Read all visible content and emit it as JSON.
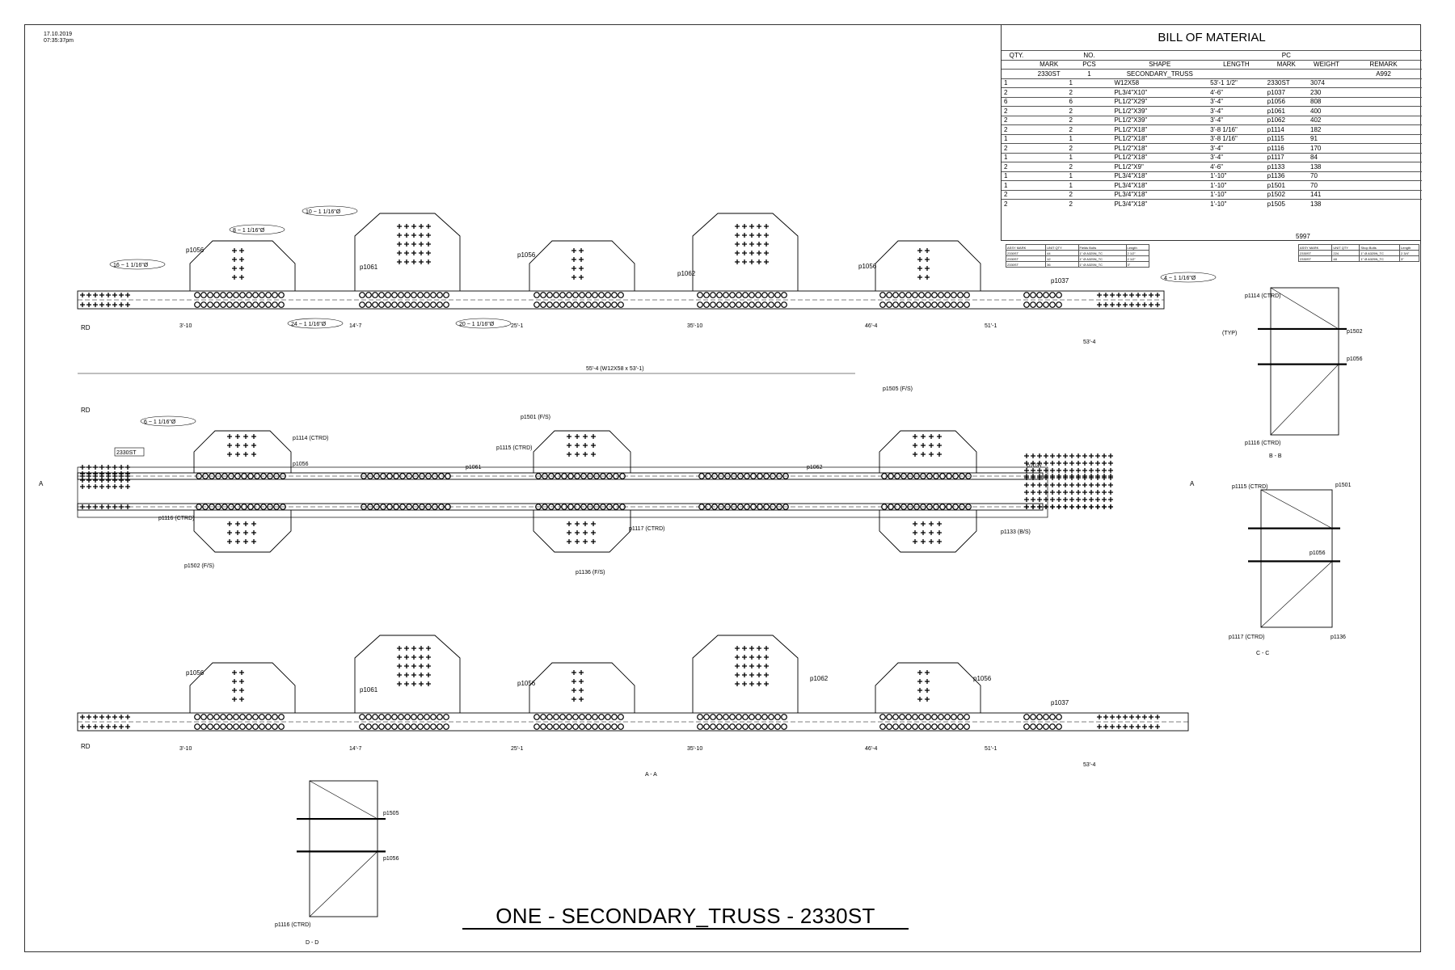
{
  "stamp": {
    "date": "17.10.2019",
    "time": "07:35:37pm"
  },
  "bom": {
    "title": "BILL OF MATERIAL",
    "header1": [
      "QTY.",
      "",
      "NO.",
      "",
      "",
      "PC",
      "",
      ""
    ],
    "header2": [
      "",
      "MARK",
      "PCS",
      "SHAPE",
      "LENGTH",
      "MARK",
      "WEIGHT",
      "REMARK"
    ],
    "assembly": [
      "",
      "2330ST",
      "1",
      "SECONDARY_TRUSS",
      "",
      "",
      "",
      "A992"
    ],
    "rows": [
      [
        "1",
        "",
        "1",
        "W12X58",
        "53'-1 1/2\"",
        "2330ST",
        "3074",
        ""
      ],
      [
        "2",
        "",
        "2",
        "PL3/4\"X10\"",
        "4'-6\"",
        "p1037",
        "230",
        ""
      ],
      [
        "6",
        "",
        "6",
        "PL1/2\"X29\"",
        "3'-4\"",
        "p1056",
        "808",
        ""
      ],
      [
        "2",
        "",
        "2",
        "PL1/2\"X39\"",
        "3'-4\"",
        "p1061",
        "400",
        ""
      ],
      [
        "2",
        "",
        "2",
        "PL1/2\"X39\"",
        "3'-4\"",
        "p1062",
        "402",
        ""
      ],
      [
        "2",
        "",
        "2",
        "PL1/2\"X18\"",
        "3'-8 1/16\"",
        "p1114",
        "182",
        ""
      ],
      [
        "1",
        "",
        "1",
        "PL1/2\"X18\"",
        "3'-8 1/16\"",
        "p1115",
        "91",
        ""
      ],
      [
        "2",
        "",
        "2",
        "PL1/2\"X18\"",
        "3'-4\"",
        "p1116",
        "170",
        ""
      ],
      [
        "1",
        "",
        "1",
        "PL1/2\"X18\"",
        "3'-4\"",
        "p1117",
        "84",
        ""
      ],
      [
        "2",
        "",
        "2",
        "PL1/2\"X9\"",
        "4'-6\"",
        "p1133",
        "138",
        ""
      ],
      [
        "1",
        "",
        "1",
        "PL3/4\"X18\"",
        "1'-10\"",
        "p1136",
        "70",
        ""
      ],
      [
        "1",
        "",
        "1",
        "PL3/4\"X18\"",
        "1'-10\"",
        "p1501",
        "70",
        ""
      ],
      [
        "2",
        "",
        "2",
        "PL3/4\"X18\"",
        "1'-10\"",
        "p1502",
        "141",
        ""
      ],
      [
        "2",
        "",
        "2",
        "PL3/4\"X18\"",
        "1'-10\"",
        "p1505",
        "138",
        ""
      ]
    ],
    "total_weight": "5997"
  },
  "field_bolts": {
    "header": [
      "ASSY MARK",
      "UNIT QTY",
      "Fields Bolts",
      "Length"
    ],
    "rows": [
      [
        "2330ST",
        "44",
        "1\"  Ø  A325N_TC",
        "2 1/2\""
      ],
      [
        "2330ST",
        "12",
        "1\"  Ø  A325N_TC",
        "2 1/2\""
      ],
      [
        "2330ST",
        "36",
        "1\"  Ø  A325N_TC",
        "3\""
      ]
    ]
  },
  "shop_bolts": {
    "header": [
      "ASSY MARK",
      "UNIT QTY",
      "Shop Bolts",
      "Length"
    ],
    "rows": [
      [
        "2330ST",
        "224",
        "1\"  Ø  A325N_TC",
        "2 3/4\""
      ],
      [
        "2330ST",
        "48",
        "1\"  Ø  A325N_TC",
        "3\""
      ]
    ]
  },
  "views": {
    "top_parts": [
      "p1056",
      "p1061",
      "p1056",
      "p1062",
      "p1056",
      "p1037"
    ],
    "top_dims": [
      "3'-10",
      "14'-7",
      "25'-1",
      "35'-10",
      "46'-4",
      "51'-1",
      "53'-4"
    ],
    "middle_overall": "55'-4 (W12X58 x 53'-1)",
    "middle_mark": "2330ST",
    "section_a": "A",
    "section_labels": [
      "B - B",
      "C - C",
      "D - D",
      "A - A"
    ],
    "rd": "RD",
    "bolt_notes": [
      "16 ~ 1 1/16\"Ø",
      "24 ~ 1 1/16\"Ø",
      "8 ~ 1 1/16\"Ø",
      "10 ~ 1 1/16\"Ø",
      "20 ~ 1 1/16\"Ø",
      "6 ~ 1 1/16\"Ø",
      "4 ~ 1 1/16\"Ø"
    ],
    "middle_parts": [
      "p1114 (CTRD)",
      "p1056",
      "p1116 (CTRD)",
      "p1502 (F/S)",
      "p1115 (CTRD)",
      "p1501 (F/S)",
      "p1117 (CTRD)",
      "p1136 (F/S)",
      "p1061",
      "p1062",
      "p1505 (F/S)",
      "p1037",
      "p1133 (B/S)"
    ],
    "bb_parts": [
      "p1114 (CTRD)",
      "(TYP)",
      "p1502",
      "p1056",
      "p1116 (CTRD)"
    ],
    "cc_parts": [
      "p1115 (CTRD)",
      "p1501",
      "p1056",
      "p1117 (CTRD)",
      "p1136"
    ],
    "dd_parts": [
      "p1505",
      "p1056",
      "p1116 (CTRD)"
    ]
  },
  "title": "ONE - SECONDARY_TRUSS - 2330ST"
}
